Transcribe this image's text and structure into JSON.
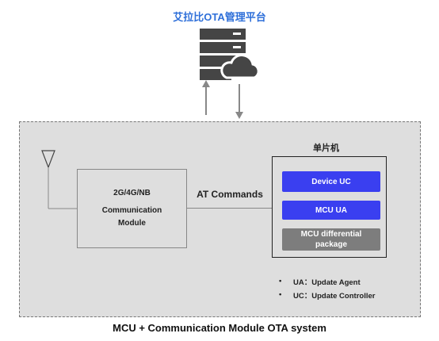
{
  "platform": {
    "title": "艾拉比OTA管理平台"
  },
  "icons": {
    "server": "server-cloud-icon",
    "antenna": "antenna-icon"
  },
  "comm_module": {
    "line1": "2G/4G/NB",
    "line2": "Communication",
    "line3": "Module"
  },
  "link": {
    "label": "AT Commands"
  },
  "mcu": {
    "title": "单片机",
    "blocks": [
      {
        "label": "Device UC",
        "color": "#3a3ff0"
      },
      {
        "label": "MCU UA",
        "color": "#3a3ff0"
      },
      {
        "label_line1": "MCU differential",
        "label_line2": "package",
        "color": "#7d7d7d"
      }
    ]
  },
  "legend": {
    "items": [
      {
        "bullet": "•",
        "text": "UA：Update Agent"
      },
      {
        "bullet": "•",
        "text": "UC：Update Controller"
      }
    ]
  },
  "caption": "MCU + Communication Module OTA system",
  "colors": {
    "accent": "#2e6fd9",
    "system_bg": "#dedede"
  }
}
